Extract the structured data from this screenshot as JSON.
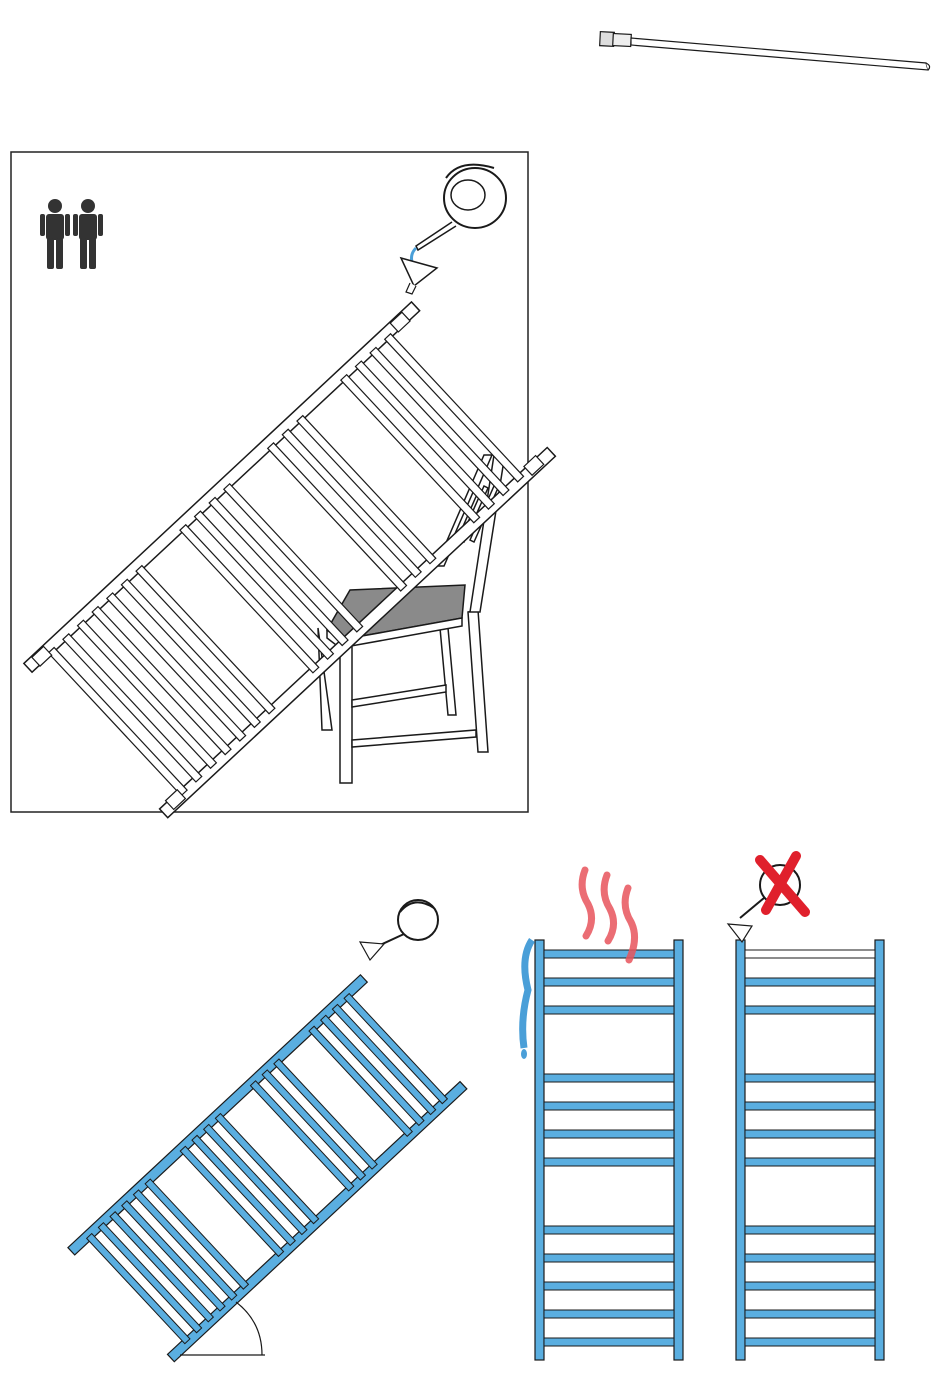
{
  "document": {
    "type": "installation-instruction-illustration",
    "text_labels": []
  },
  "icons": {
    "heating_element_rod": "heating-element-rod-icon",
    "two_persons": "two-persons-icon",
    "watering_can": "watering-can-icon",
    "funnel": "funnel-icon",
    "chair": "chair-icon",
    "steam": "steam-icon",
    "overflow_water": "overflow-water-icon",
    "prohibited": "prohibited-x-icon",
    "tilt_angle": "tilt-angle-arc-icon"
  },
  "panels": {
    "main_step": "fill-radiator-leaning-on-chair",
    "tilted_fill": "fill-tilted-radiator-to-top",
    "wrong_hot_overflow": "do-not-overfill-hot",
    "wrong_fill_upright": "do-not-fill-upright"
  },
  "colors": {
    "water_fill": "#5aaee0",
    "water_stream": "#4a9fd8",
    "steam": "#e8545c",
    "prohibited_mark": "#e0202c",
    "outline": "#1a1a1a",
    "chair_seat": "#8a8a8a",
    "frame_border": "#222222"
  }
}
